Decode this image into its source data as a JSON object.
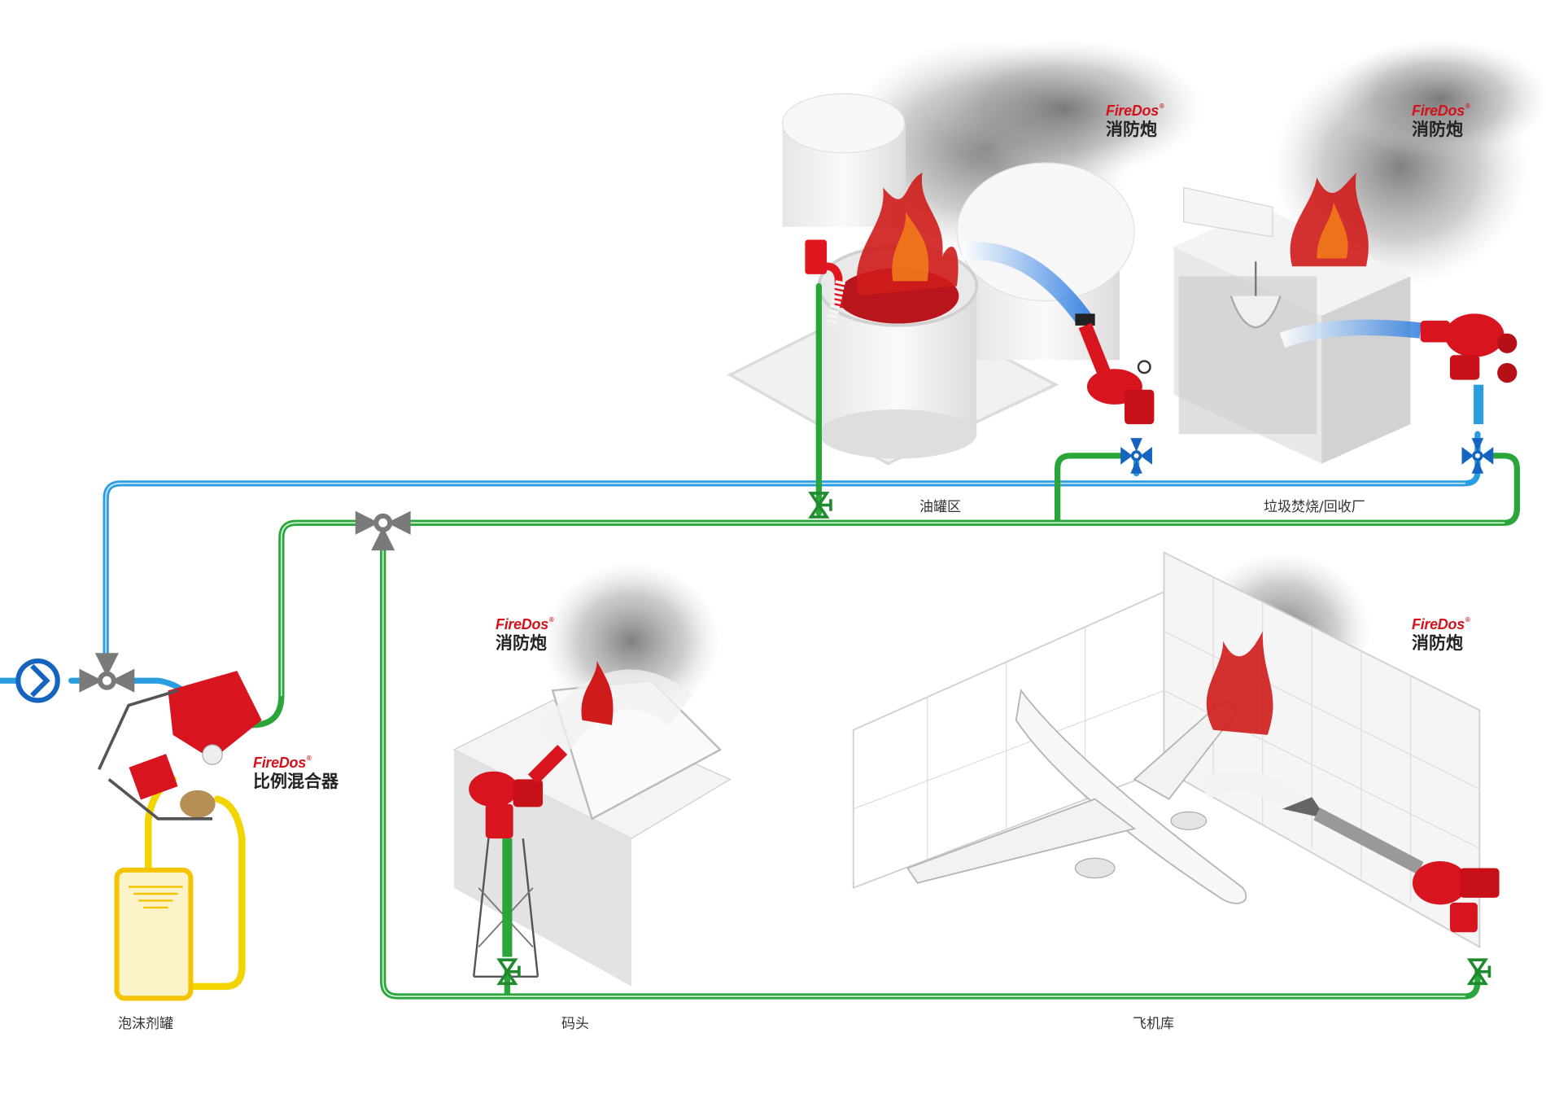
{
  "brand": "FireDos",
  "brand_mark": "®",
  "colors": {
    "water_pipe": "#2a9de0",
    "foam_pipe": "#2aa53a",
    "concentrate_pipe": "#f2d400",
    "valve_gray": "#7a7a7a",
    "valve_blue": "#1565c0",
    "valve_green": "#1f8a2e",
    "equipment_red": "#d8151e",
    "tank_fill": "#fdf3c9",
    "tank_stroke": "#f5c400",
    "brand_red": "#d4121b"
  },
  "products": {
    "proportioner": "比例混合器",
    "monitor": "消防炮"
  },
  "areas": {
    "oil_tank": "油罐区",
    "incineration": "垃圾焚烧/回收厂",
    "dock": "码头",
    "hangar": "飞机库",
    "foam_tank": "泡沫剂罐"
  },
  "icons": {
    "pump": "pump-icon",
    "three_way_valve": "three-way-valve-icon",
    "gate_valve": "gate-valve-icon",
    "butterfly_valve": "butterfly-valve-icon"
  }
}
